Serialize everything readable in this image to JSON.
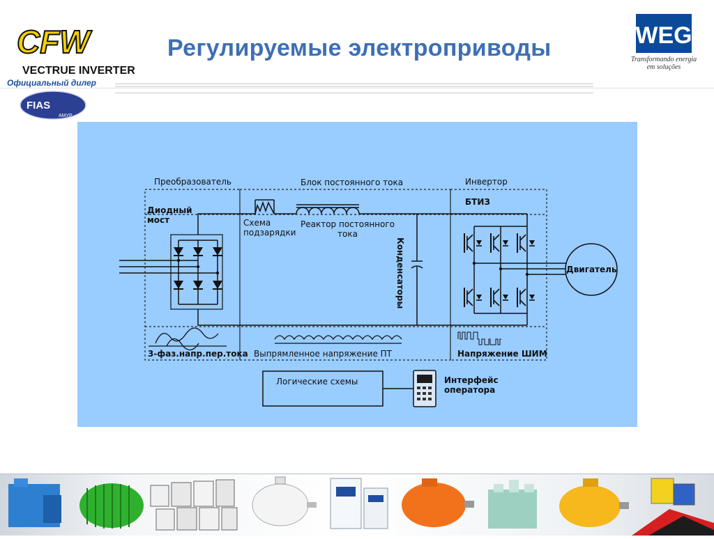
{
  "header": {
    "brand_top": "CFW",
    "brand_sub": "VECTRUE  INVERTER",
    "dealer": "Официальный дилер",
    "fias_text": "FIAS",
    "fias_sub": "АМУР",
    "title": "Регулируемые электроприводы",
    "weg_text": "WEG",
    "weg_tagline_1": "Transformando energia",
    "weg_tagline_2": "em soluções"
  },
  "diagram": {
    "section_converter": "Преобразователь",
    "section_dc": "Блок постоянного тока",
    "section_inverter": "Инвертор",
    "diode_bridge_1": "Диодный",
    "diode_bridge_2": "мост",
    "precharge_1": "Схема",
    "precharge_2": "подзарядки",
    "reactor_1": "Реактор постоянного",
    "reactor_2": "тока",
    "capacitors": "Конденсаторы",
    "igbt": "БТИЗ",
    "motor": "Двигатель",
    "ac_wave": "3-фаз.напр.пер.тока",
    "dc_wave": "Выпрямленное напряжение ПТ",
    "pwm": "Напряжение ШИМ",
    "logic": "Логические схемы",
    "hmi_1": "Интерфейс",
    "hmi_2": "оператора"
  },
  "product_strip": {
    "items": [
      "high-voltage-motor",
      "green-motor",
      "contactors",
      "white-motor",
      "inverters",
      "orange-motor",
      "transformer",
      "yellow-motor",
      "paint-cans"
    ]
  },
  "colors": {
    "title": "#3f6fb4",
    "panel": "#99ccff",
    "weg_blue": "#0b4a99",
    "cfw_yellow": "#f4d000"
  }
}
